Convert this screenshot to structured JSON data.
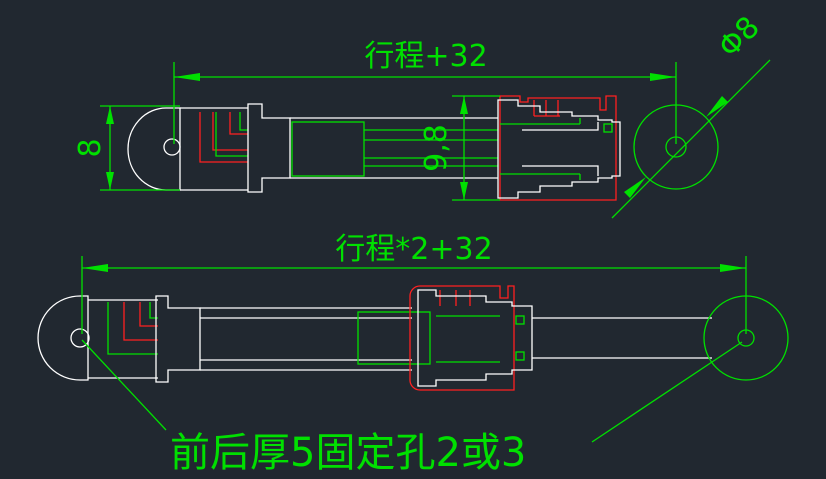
{
  "colors": {
    "background": "#212830",
    "dimension": "#00e000",
    "outline": "#ffffff",
    "piston": "#ff2020"
  },
  "drawing_a": {
    "stroke_label": "行程+32",
    "width_label": "8",
    "body_label": "9,8",
    "eye_label": "Φ8"
  },
  "drawing_b": {
    "stroke_label": "行程*2+32"
  },
  "note": {
    "text": "前后厚5固定孔2或3"
  }
}
